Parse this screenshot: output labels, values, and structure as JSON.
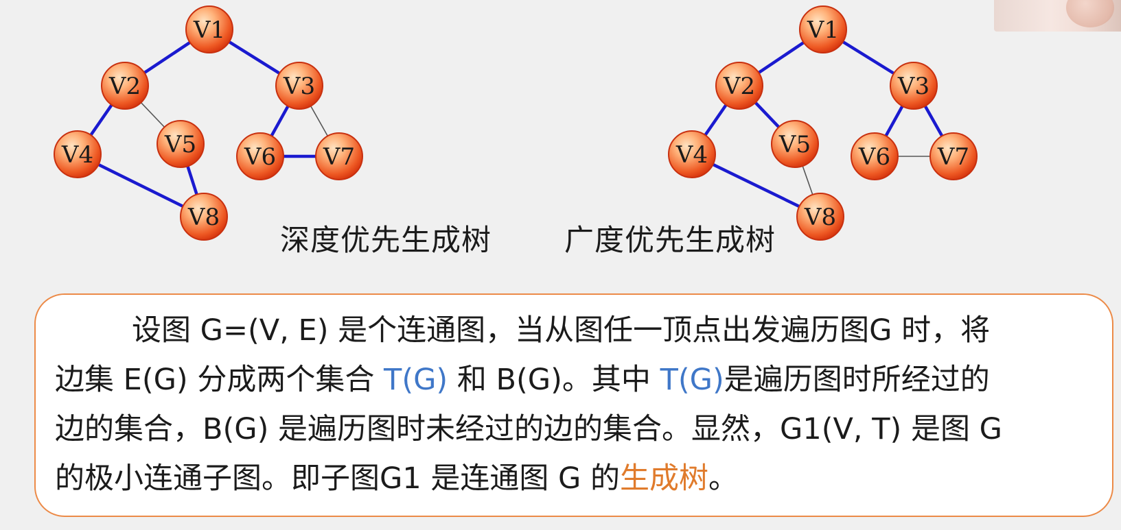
{
  "nodes": [
    "V1",
    "V2",
    "V3",
    "V4",
    "V5",
    "V6",
    "V7",
    "V8"
  ],
  "dfs_tree": {
    "caption": "深度优先生成树",
    "tree_edges": [
      [
        "V1",
        "V2"
      ],
      [
        "V2",
        "V4"
      ],
      [
        "V4",
        "V8"
      ],
      [
        "V8",
        "V5"
      ],
      [
        "V1",
        "V3"
      ],
      [
        "V3",
        "V6"
      ],
      [
        "V6",
        "V7"
      ]
    ],
    "other_edges": [
      [
        "V2",
        "V5"
      ],
      [
        "V3",
        "V7"
      ]
    ]
  },
  "bfs_tree": {
    "caption": "广度优先生成树",
    "tree_edges": [
      [
        "V1",
        "V2"
      ],
      [
        "V1",
        "V3"
      ],
      [
        "V2",
        "V4"
      ],
      [
        "V2",
        "V5"
      ],
      [
        "V3",
        "V6"
      ],
      [
        "V3",
        "V7"
      ],
      [
        "V4",
        "V8"
      ]
    ],
    "other_edges": [
      [
        "V5",
        "V8"
      ],
      [
        "V6",
        "V7"
      ]
    ]
  },
  "colors": {
    "tree_edge": "#1a1acf",
    "other_edge": "#555555",
    "node_fill_inner": "#ffb27a",
    "node_fill_outer": "#e3401a",
    "node_border": "#c8300f",
    "box_border": "#ec8a47",
    "highlight_blue": "#3f77c8",
    "highlight_orange": "#e07b2c"
  },
  "definition": {
    "line1": "设图 G=(V, E) 是个连通图，当从图任一顶点出发遍历图G 时，将",
    "line2_a": "边集 E(G) 分成两个集合 ",
    "line2_b": "T(G)",
    "line2_c": " 和 B(G)。其中 ",
    "line2_d": "T(G)",
    "line2_e": "是遍历图时所经过的",
    "line3": "边的集合，B(G) 是遍历图时未经过的边的集合。显然，G1(V, T) 是图 G",
    "line4_a": "的极小连通子图。即子图G1 是连通图 G 的",
    "line4_b": "生成树",
    "line4_c": "。"
  }
}
